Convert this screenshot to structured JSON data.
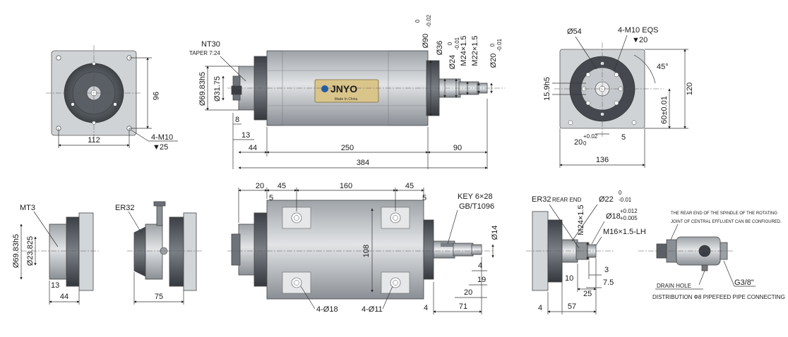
{
  "colors": {
    "body_light": "#d4d6d8",
    "body_mid": "#a9adb1",
    "body_dark": "#6d7278",
    "flange_dark": "#4a4f55",
    "plate_gold": "#d9c48a",
    "logo_blue": "#1f5fa6",
    "line": "#333333"
  },
  "logo": {
    "brand": "JNYO",
    "tag": "Made In China"
  },
  "top_left": {
    "d96": "96",
    "d112": "112",
    "holes": "4-M10",
    "depth": "25"
  },
  "top_middle": {
    "nt30": "NT30",
    "taper": "TAPER 7:24",
    "d6983": "Ø69.83h5",
    "d3175": "Ø31.75",
    "d8": "8",
    "d13": "13",
    "d44": "44",
    "d250": "250",
    "d90": "90",
    "d384": "384",
    "d90dia": "Ø90",
    "d90tol_up": "0",
    "d90tol_dn": "-0.02",
    "d36": "Ø36",
    "d24": "Ø24",
    "d24tol_up": "0",
    "d24tol_dn": "-0.01",
    "m24": "M24×1.5",
    "m22": "M22×1.5",
    "d20": "Ø20",
    "d20tol_up": "0",
    "d20tol_dn": "-0.01"
  },
  "top_right": {
    "d54": "Ø54",
    "holes": "4-M10 EQS",
    "depth": "20",
    "angle": "45°",
    "d159": "15.9h5",
    "d120": "120",
    "d60": "60±0.01",
    "d20": "20",
    "d20tol_up": "+0.02",
    "d20tol_dn": "0",
    "d5": "5",
    "d136": "136"
  },
  "bottom_left": {
    "mt3": "MT3",
    "d6983": "Ø69.83h5",
    "d23825": "Ø23.825",
    "d13": "13",
    "d44": "44"
  },
  "bottom_er32": {
    "label": "ER32",
    "d75": "75"
  },
  "bottom_middle": {
    "d20": "20",
    "d45a": "45",
    "d160": "160",
    "d45b": "45",
    "d5a": "5",
    "d5b": "5",
    "d108": "108",
    "holes18": "4-Ø18",
    "holes11": "4-Ø11",
    "key": "KEY  6×28",
    "std": "GB/T1096",
    "d14": "Ø14",
    "d4a": "4",
    "d19": "19",
    "d20b": "20",
    "d4b": "4",
    "d71": "71"
  },
  "bottom_right": {
    "er32": "ER32",
    "rear": "REAR END",
    "m24": "M24×1.5",
    "d22": "Ø22",
    "d22tol_up": "0",
    "d22tol_dn": "-0.01",
    "d18": "Ø18",
    "d18tol_up": "+0.012",
    "d18tol_dn": "+0.005",
    "m16": "M16×1.5-LH",
    "d10": "10",
    "d3": "3",
    "d75": "7.5",
    "d25": "25",
    "d4": "4",
    "d57": "57"
  },
  "union": {
    "note1": "THE REAR END OF THE SPINDLE OF THE ROTATING",
    "note2": "JOINT OF CENTRAL EFFLUENT CAN BE CONFIGURED.",
    "drain": "DRAIN HOLE",
    "dist": "DISTRIBUTION Φ8 PIPE",
    "g38": "G3/8\"",
    "feed": "FEED PIPE CONNECTING"
  }
}
